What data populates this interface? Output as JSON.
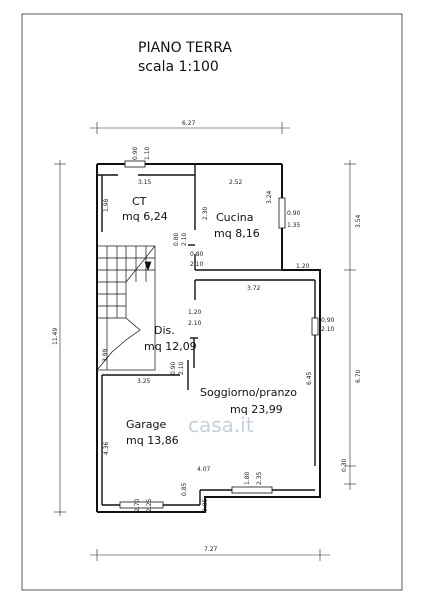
{
  "header": {
    "title": "PIANO TERRA",
    "scale": "scala 1:100"
  },
  "rooms": [
    {
      "name": "CT",
      "area": "mq 6,24"
    },
    {
      "name": "Cucina",
      "area": "mq 8,16"
    },
    {
      "name": "Dis.",
      "area": "mq 12,09"
    },
    {
      "name": "Soggiorno/pranzo",
      "area": "mq 23,99"
    },
    {
      "name": "Garage",
      "area": "mq 13,86"
    }
  ],
  "dimensions": {
    "top_total": "6.27",
    "bottom_total": "7.27",
    "left_total": "11.49",
    "right_upper": "3.54",
    "right_lower": "6.70",
    "right_step": "0.30",
    "ct_width": "3.15",
    "ct_height": "1.98",
    "ct_wall": "2.30",
    "ct_window_a": "0.90",
    "ct_window_b": "1.10",
    "ct_door_a": "0.80",
    "ct_door_b": "2.10",
    "cucina_width": "2.52",
    "cucina_height": "3.24",
    "cucina_window_a": "0.90",
    "cucina_window_b": "1.35",
    "cucina_door_a": "0.80",
    "cucina_door_b": "2.10",
    "step_1_20": "1.20",
    "soggiorno_width": "3.72",
    "soggiorno_height": "6.45",
    "dis_door_a": "1.20",
    "dis_door_b": "2.10",
    "right_window_a": "0.90",
    "right_window_b": "2.10",
    "stair_height": "3.99",
    "dis_lower_door_a": "0.90",
    "dis_lower_door_b": "2.10",
    "garage_width": "3.25",
    "garage_height": "4.36",
    "soggiorno_bottom": "4.07",
    "french_window_a": "1.80",
    "french_window_b": "2.35",
    "garage_door_a": "2.70",
    "garage_door_b": "2.25",
    "garage_small_a": "0.85",
    "garage_small_b": "0.85"
  },
  "watermark": "casa.it"
}
